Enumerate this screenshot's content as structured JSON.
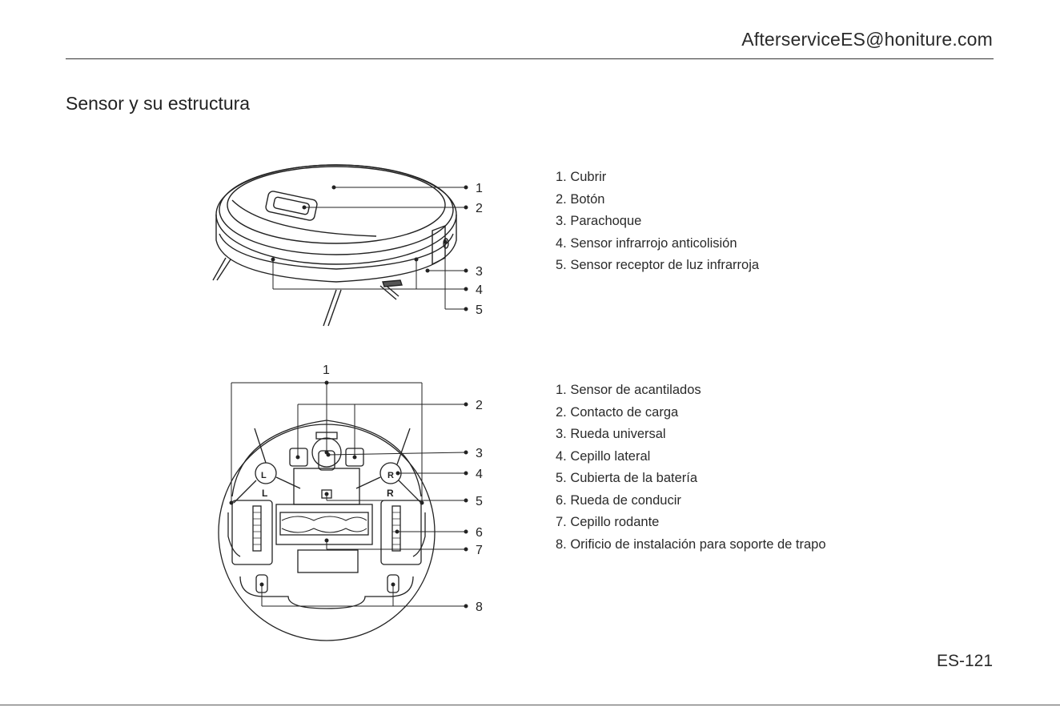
{
  "header": {
    "email": "AfterserviceES@honiture.com"
  },
  "section": {
    "title": "Sensor y su estructura"
  },
  "top_view": {
    "callouts": [
      "1",
      "2",
      "3",
      "4",
      "5"
    ],
    "items": [
      "1. Cubrir",
      "2. Botón",
      "3. Parachoque",
      "4. Sensor infrarrojo anticolisión",
      "5. Sensor receptor de luz infrarroja"
    ]
  },
  "bottom_view": {
    "callouts": [
      "1",
      "2",
      "3",
      "4",
      "5",
      "6",
      "7",
      "8"
    ],
    "wheel_labels": [
      "L",
      "R"
    ],
    "items": [
      "1. Sensor de acantilados",
      "2. Contacto de carga",
      "3. Rueda universal",
      "4. Cepillo lateral",
      "5. Cubierta de la batería",
      "6. Rueda de conducir",
      "7. Cepillo rodante",
      "8. Orificio de instalación para soporte de trapo"
    ]
  },
  "footer": {
    "page_number": "ES-121"
  }
}
